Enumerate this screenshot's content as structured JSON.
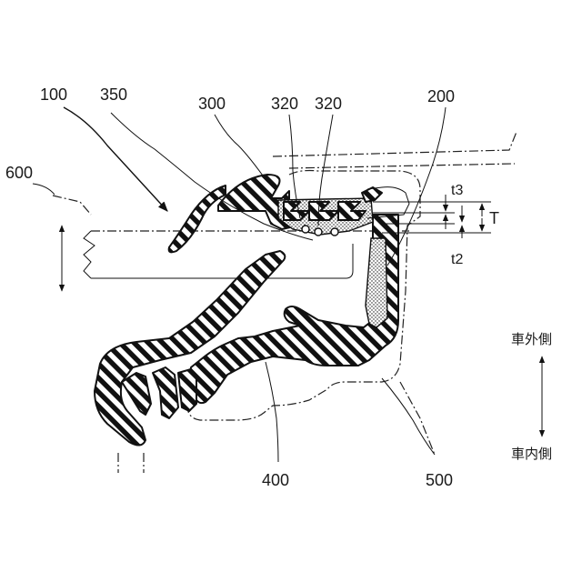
{
  "diagram": {
    "labels": {
      "l100": "100",
      "l350": "350",
      "l300": "300",
      "l320a": "320",
      "l320b": "320",
      "l200": "200",
      "l600": "600",
      "lt3": "t3",
      "lT": "T",
      "lt2": "t2",
      "l400": "400",
      "l500": "500"
    },
    "directions": {
      "outside": "車外側",
      "inside": "車内側"
    }
  }
}
